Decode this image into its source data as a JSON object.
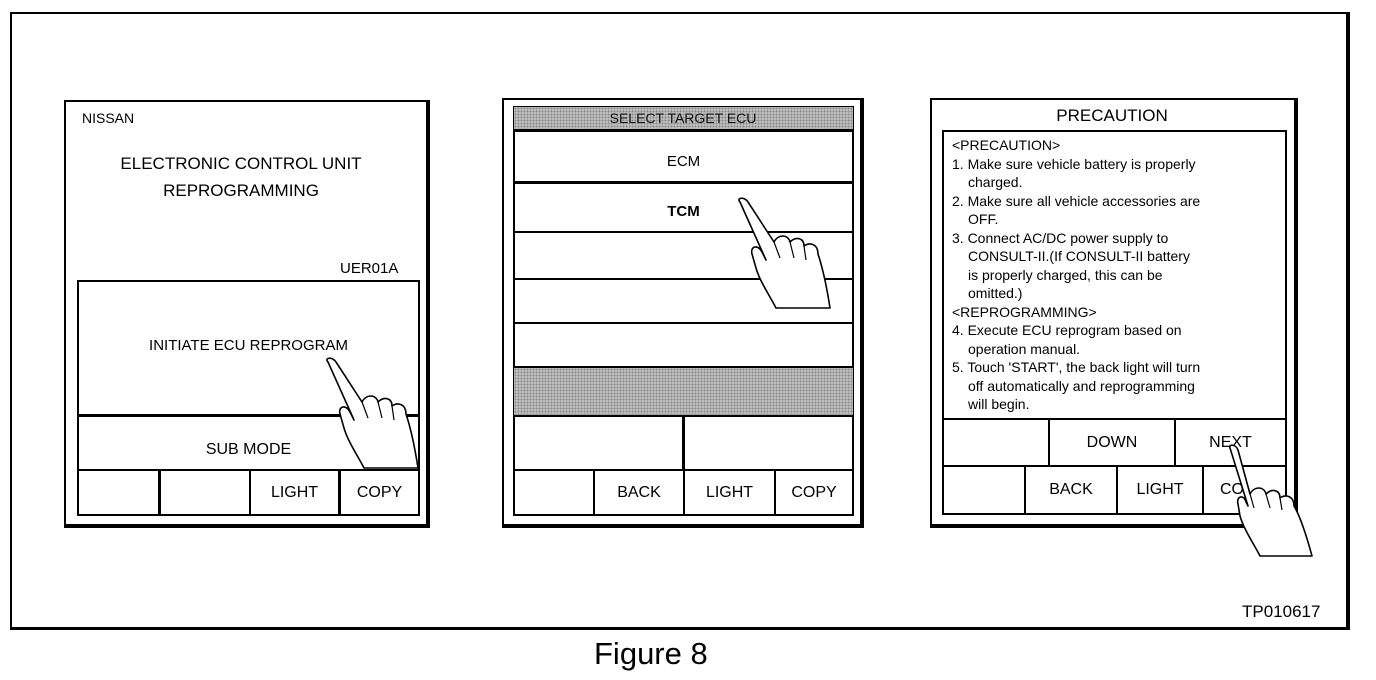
{
  "screen1": {
    "brand": "NISSAN",
    "title_line1": "ELECTRONIC CONTROL UNIT",
    "title_line2": "REPROGRAMMING",
    "code": "UER01A",
    "initiate_label": "INITIATE ECU REPROGRAM",
    "submode_label": "SUB MODE",
    "bottom_buttons": [
      "",
      "",
      "LIGHT",
      "COPY"
    ]
  },
  "screen2": {
    "header": "SELECT TARGET ECU",
    "items": [
      "ECM",
      "TCM",
      "",
      "",
      ""
    ],
    "bottom_buttons": [
      "",
      "BACK",
      "LIGHT",
      "COPY"
    ]
  },
  "screen3": {
    "header": "PRECAUTION",
    "lines": [
      "<PRECAUTION>",
      "1. Make sure vehicle battery is properly",
      "    charged.",
      "2. Make sure all vehicle accessories are",
      "    OFF.",
      "3. Connect AC/DC power supply to",
      "    CONSULT-II.(If CONSULT-II battery",
      "    is properly charged, this can be",
      "    omitted.)",
      "<REPROGRAMMING>",
      "4. Execute ECU reprogram based on",
      "    operation manual.",
      "5. Touch 'START', the back light will turn",
      "    off automatically and reprogramming",
      "    will begin."
    ],
    "nav_buttons": [
      "",
      "DOWN",
      "NEXT"
    ],
    "bottom_buttons": [
      "",
      "BACK",
      "LIGHT",
      "CO"
    ]
  },
  "figure_id": "TP010617",
  "caption": "Figure 8"
}
